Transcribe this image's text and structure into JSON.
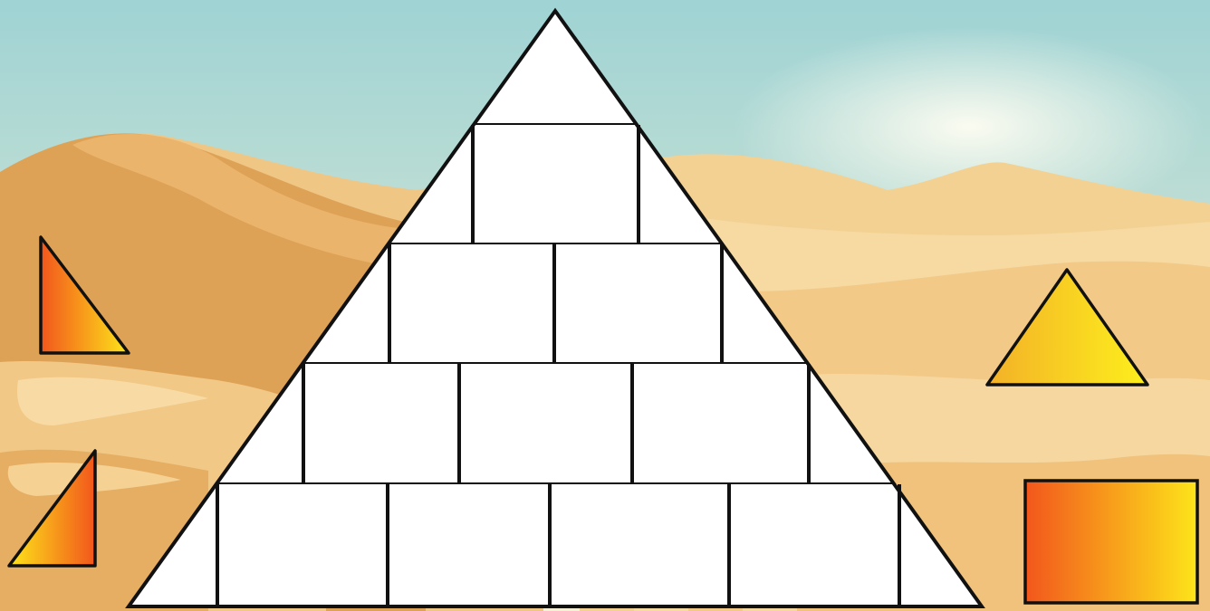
{
  "scene": {
    "description_type": "pyramid-shape-puzzle",
    "colors": {
      "sky_top": "#9fd3d4",
      "sky_bottom": "#f3f0d8",
      "sun_glow": "#fffdf0",
      "dune_far": "#f1cc8c",
      "dune_mid": "#ebb66a",
      "dune_near": "#d99a48",
      "dune_light": "#f7d89e",
      "outline": "#111111",
      "block_fill": "#ffffff",
      "shape_orange": "#f36a1c",
      "shape_yellow": "#fdeb17"
    }
  },
  "pyramid": {
    "rows": [
      {
        "row": 1,
        "cells": [
          "apex-triangle"
        ]
      },
      {
        "row": 2,
        "cells": [
          "left-triangle",
          "square",
          "right-triangle"
        ]
      },
      {
        "row": 3,
        "cells": [
          "left-triangle",
          "rectangle",
          "rectangle",
          "right-triangle"
        ]
      },
      {
        "row": 4,
        "cells": [
          "left-triangle",
          "rectangle",
          "rectangle",
          "rectangle",
          "right-triangle"
        ]
      },
      {
        "row": 5,
        "cells": [
          "left-triangle",
          "rectangle",
          "rectangle",
          "rectangle",
          "rectangle",
          "right-triangle"
        ]
      }
    ]
  },
  "pieces": [
    {
      "name": "right-triangle-piece-left",
      "shape": "right-triangle",
      "gradient": "orange-to-yellow"
    },
    {
      "name": "right-triangle-piece-small",
      "shape": "right-triangle",
      "gradient": "yellow-to-orange"
    },
    {
      "name": "equilateral-triangle-piece",
      "shape": "triangle",
      "gradient": "orange-to-yellow"
    },
    {
      "name": "rectangle-piece",
      "shape": "rectangle",
      "gradient": "orange-to-yellow"
    }
  ]
}
